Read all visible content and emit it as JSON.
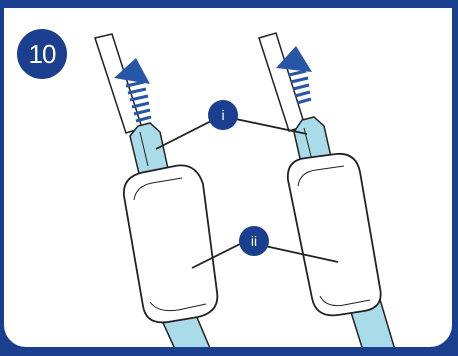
{
  "step": {
    "number": "10"
  },
  "callouts": {
    "i": "i",
    "ii": "ii"
  },
  "colors": {
    "brand_blue": "#1a3f8f",
    "handle_light_blue": "#a9dbe8",
    "arrow_blue": "#2756a7",
    "outline": "#222222",
    "background": "#ffffff"
  },
  "icons": {
    "up_arrow": "up-arrow-icon",
    "callout_marker": "callout-circle-icon"
  }
}
